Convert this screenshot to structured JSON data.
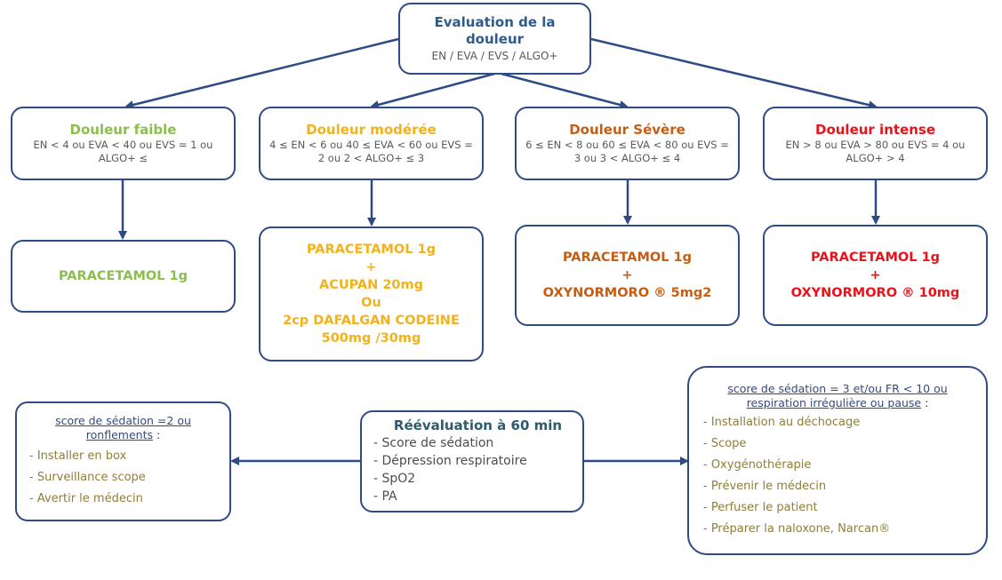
{
  "root": {
    "title_line1": "Evaluation de la",
    "title_line2": "douleur",
    "subtitle": "EN / EVA / EVS / ALGO+"
  },
  "levels": [
    {
      "title": "Douleur faible",
      "criteria": "EN < 4 ou EVA < 40 ou EVS = 1 ou ALGO+ ≤",
      "treatment": [
        "PARACETAMOL 1g"
      ],
      "color": "#8cbe4e"
    },
    {
      "title": "Douleur modérée",
      "criteria": "4 ≤ EN < 6 ou 40 ≤ EVA < 60 ou EVS = 2 ou 2 < ALGO+ ≤ 3",
      "treatment": [
        "PARACETAMOL 1g",
        "+",
        "ACUPAN 20mg",
        "Ou",
        "2cp DAFALGAN CODEINE",
        "500mg /30mg"
      ],
      "color": "#f3b21a"
    },
    {
      "title": "Douleur Sévère",
      "criteria": "6 ≤ EN < 8 ou 60 ≤ EVA < 80 ou EVS = 3 ou 3 < ALGO+ ≤ 4",
      "treatment": [
        "PARACETAMOL 1g",
        "+",
        "OXYNORMORO ® 5mg2"
      ],
      "color": "#c45e14"
    },
    {
      "title": "Douleur intense",
      "criteria": "EN > 8 ou EVA > 80 ou EVS = 4 ou ALGO+ > 4",
      "treatment": [
        "PARACETAMOL 1g",
        "+",
        "OXYNORMORO ® 10mg"
      ],
      "color": "#e8131b"
    }
  ],
  "reevaluation": {
    "title": "Réévaluation à 60 min",
    "items": [
      "- Score de sédation",
      "- Dépression respiratoire",
      "- SpO2",
      "- PA"
    ]
  },
  "left_branch": {
    "heading": "score de sédation =2 ou ronflements",
    "suffix": " :",
    "items": [
      "- Installer en box",
      "- Surveillance scope",
      "- Avertir le médecin"
    ]
  },
  "right_branch": {
    "heading": "score de sédation = 3 et/ou FR < 10 ou respiration irrégulière ou pause",
    "suffix": " :",
    "items": [
      "- Installation au déchocage",
      "- Scope",
      "- Oxygénothérapie",
      "- Prévenir le médecin",
      "- Perfuser le patient",
      "- Préparer la naloxone, Narcan®"
    ]
  },
  "colors": {
    "border": "#2f4b86",
    "arrow": "#2f4b86",
    "list_text": "#8f7d3a"
  }
}
